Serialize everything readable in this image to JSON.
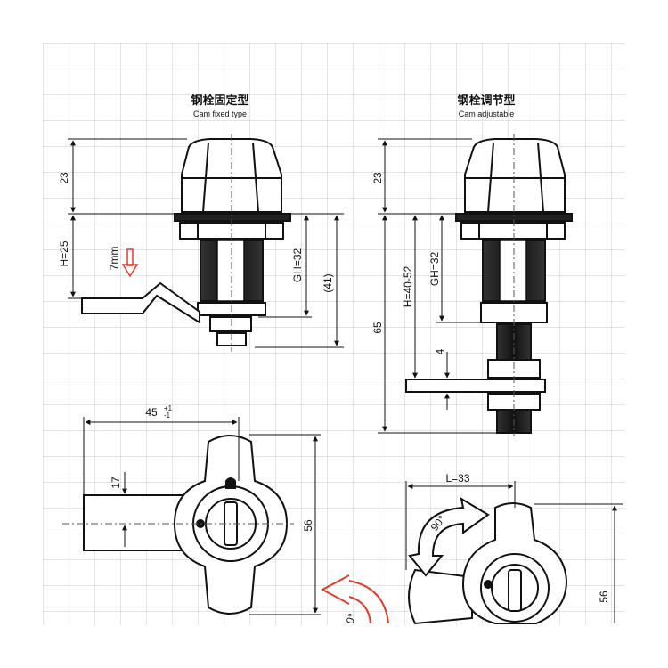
{
  "views": {
    "fixed": {
      "title_cn": "钢栓固定型",
      "title_en": "Cam fixed type"
    },
    "adjustable": {
      "title_cn": "钢栓调节型",
      "title_en": "Cam adjustable"
    }
  },
  "dimensions": {
    "fixed_top_height": "23",
    "fixed_h": "H=25",
    "fixed_gh": "GH=32",
    "fixed_overall": "(41)",
    "fixed_offset": "7mm",
    "adj_top_height": "23",
    "adj_h": "H=40-52",
    "adj_gh": "GH=32",
    "adj_overall": "65",
    "adj_cam_thickness": "4",
    "bottom_width": "45",
    "bottom_width_tol_upper": "+1",
    "bottom_width_tol_lower": "-1",
    "bottom_cam_width": "17",
    "bottom_height": "56",
    "adj_length": "L=33",
    "rotation": "90°",
    "adj_bottom_height": "56",
    "partial_rotation": "0°"
  },
  "colors": {
    "grid": "#c9c9c9",
    "line": "#111111",
    "arrow_red": "#e23b2a",
    "body_grey": "#e9e9e9"
  }
}
